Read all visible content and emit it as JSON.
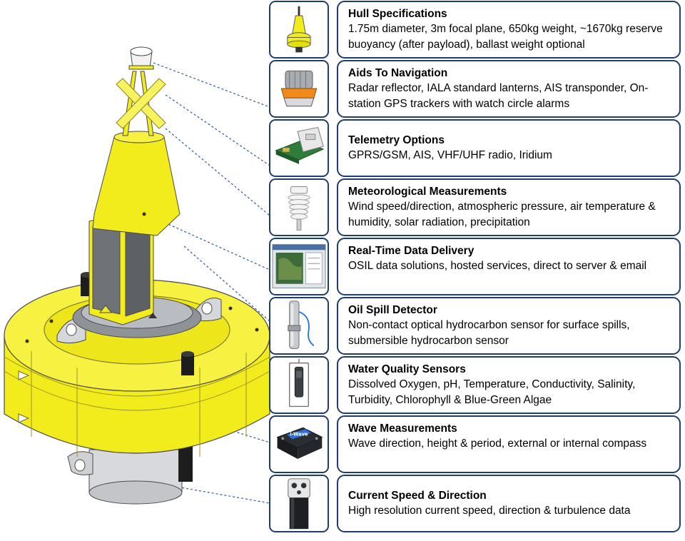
{
  "features": [
    {
      "id": "hull",
      "icon": "buoy-hull-icon",
      "title": "Hull Specifications",
      "description": "1.75m diameter, 3m focal plane,  650kg weight, ~1670kg reserve buoyancy (after payload), ballast weight optional"
    },
    {
      "id": "aids",
      "icon": "navigation-lantern-icon",
      "title": "Aids To Navigation",
      "description": "Radar reflector, IALA standard lanterns, AIS transponder, On-station GPS trackers with watch circle alarms"
    },
    {
      "id": "telemetry",
      "icon": "telemetry-module-icon",
      "title": "Telemetry Options",
      "description": "GPRS/GSM, AIS, VHF/UHF radio, Iridium"
    },
    {
      "id": "met",
      "icon": "weather-station-icon",
      "title": "Meteorological Measurements",
      "description": "Wind speed/direction, atmospheric pressure, air temperature & humidity, solar radiation, precipitation"
    },
    {
      "id": "data",
      "icon": "data-map-screen-icon",
      "title": "Real-Time Data Delivery",
      "description": "OSIL data solutions, hosted services, direct to server & email"
    },
    {
      "id": "oil",
      "icon": "oil-spill-sensor-icon",
      "title": "Oil Spill Detector",
      "description": "Non-contact optical hydrocarbon sensor for surface spills, submersible hydrocarbon sensor"
    },
    {
      "id": "water",
      "icon": "water-quality-sonde-icon",
      "title": "Water Quality Sensors",
      "description": "Dissolved Oxygen, pH, Temperature, Conductivity, Salinity, Turbidity, Chlorophyll & Blue-Green Algae"
    },
    {
      "id": "wave",
      "icon": "wave-sensor-icon",
      "title": "Wave Measurements",
      "description": "Wave direction, height & period, external or internal compass"
    },
    {
      "id": "current",
      "icon": "current-meter-icon",
      "title": "Current Speed & Direction",
      "description": "High resolution current speed, direction & turbulence data"
    }
  ],
  "colors": {
    "border": "#1f3c6e",
    "buoy_yellow": "#f2ec1c",
    "leader_line": "#2d5a9a"
  },
  "wave_sensor_brand": "i-Wave"
}
